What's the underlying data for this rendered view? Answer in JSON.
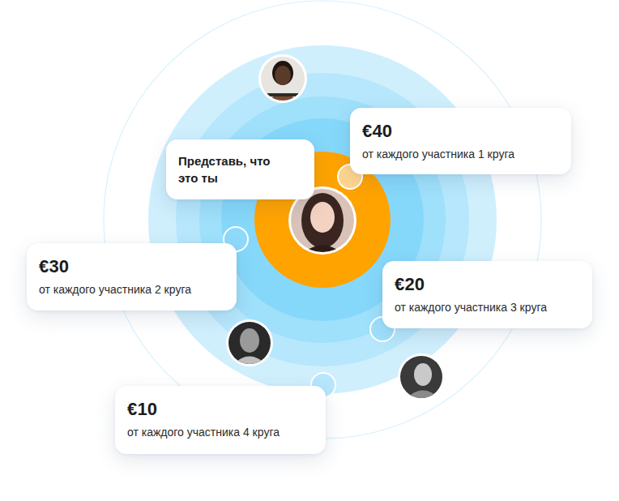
{
  "diagram": {
    "nodes": [
      {
        "text": [
          "€40",
          "от каждого участника 1 круга"
        ]
      },
      {
        "text": [
          "Представь, что это ты"
        ]
      },
      {
        "text": [
          "€30",
          "от каждого участника 2 круга"
        ]
      },
      {
        "text": [
          "€20",
          "от каждого участника 3 круга"
        ]
      },
      {
        "text": [
          "€10",
          "от каждого участника 4 круга"
        ]
      }
    ]
  }
}
